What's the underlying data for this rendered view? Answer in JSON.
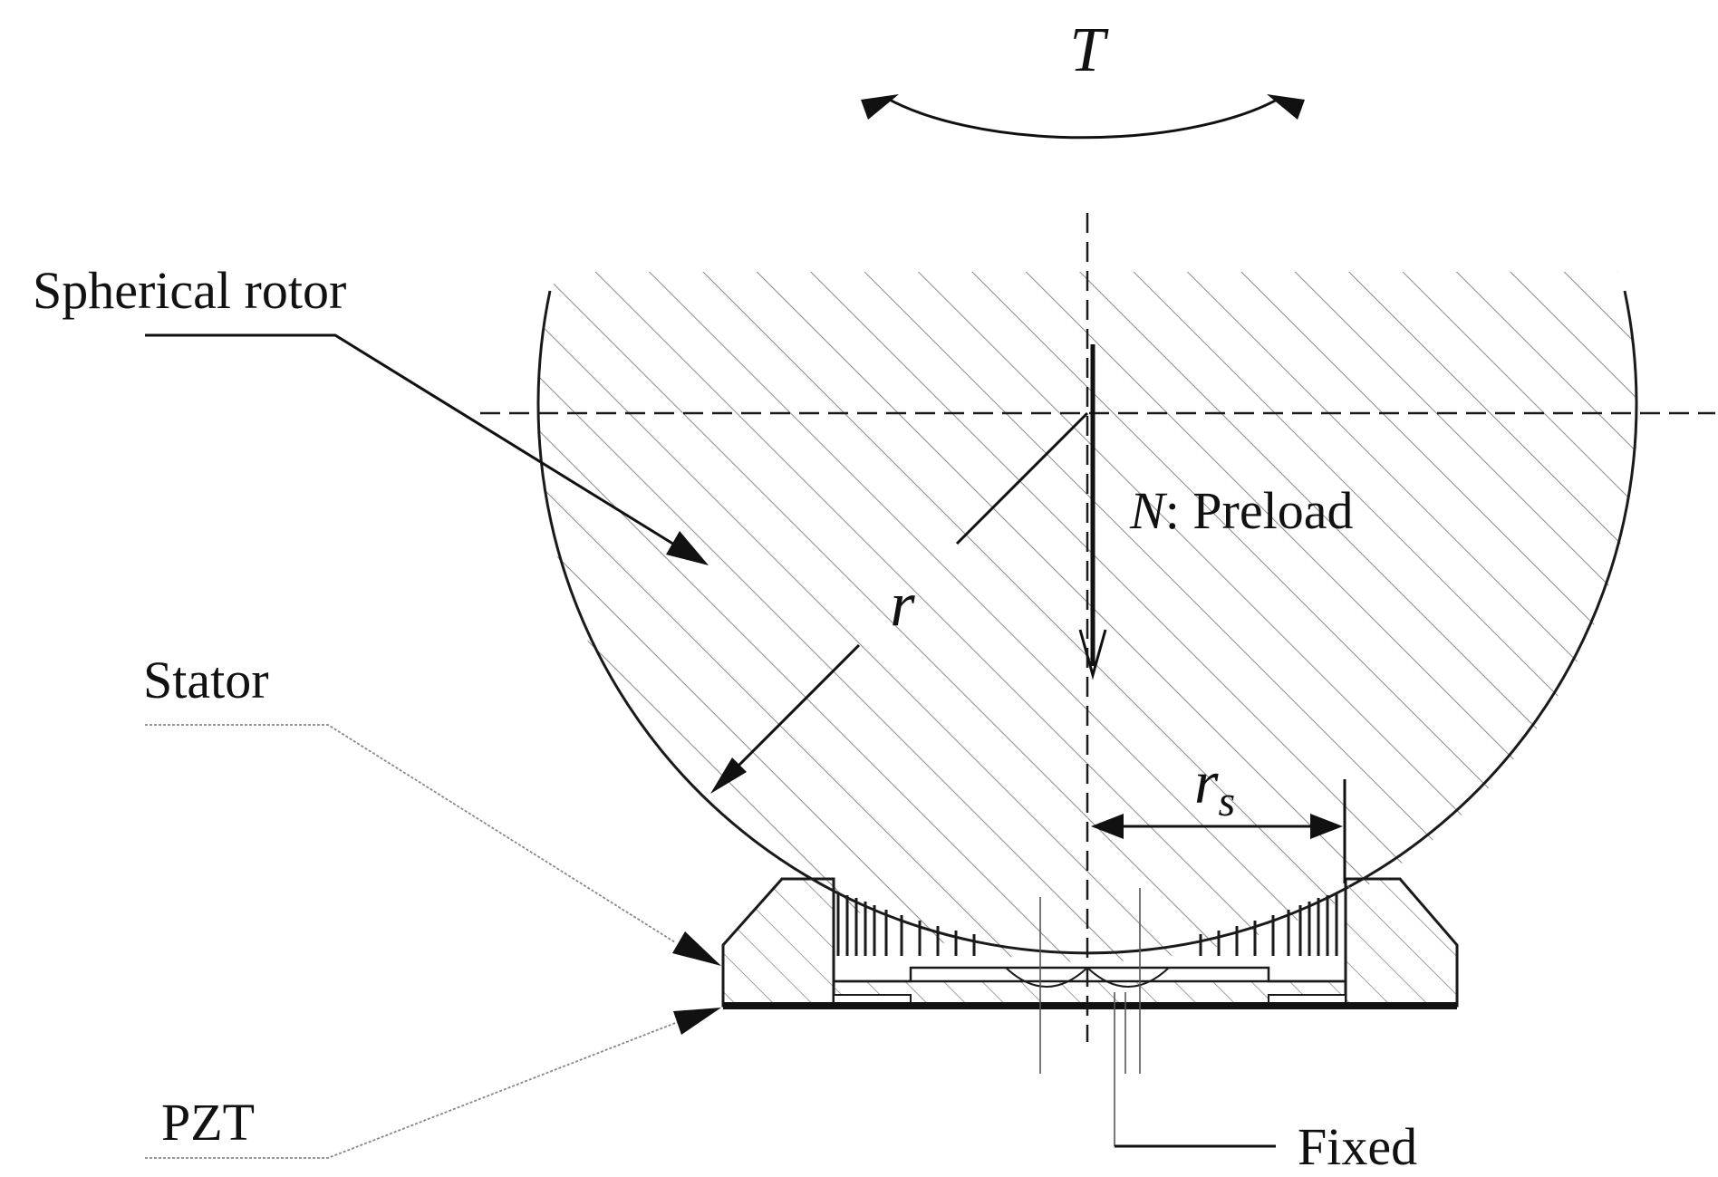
{
  "labels": {
    "torque": "T",
    "spherical_rotor": "Spherical rotor",
    "preload_symbol": "N",
    "preload_text": ": Preload",
    "radius": "r",
    "stator_radius_main": "r",
    "stator_radius_sub": "s",
    "stator": "Stator",
    "pzt": "PZT",
    "fixed": "Fixed"
  }
}
